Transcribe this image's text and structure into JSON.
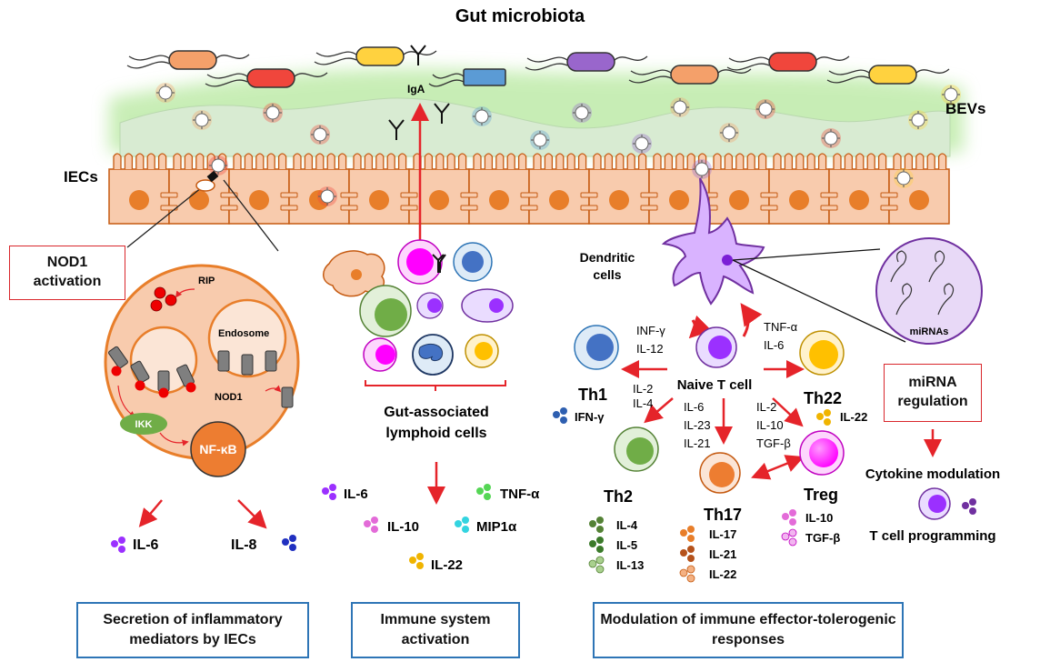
{
  "title": "Gut microbiota",
  "labels": {
    "bevs": "BEVs",
    "iecs": "IECs",
    "iga": "IgA",
    "rip": "RIP",
    "endosome": "Endosome",
    "nod1": "NOD1",
    "ikk": "IKK",
    "nfkb": "NF-κB",
    "dendritic_1": "Dendritic",
    "dendritic_2": "cells",
    "mirnas": "miRNAs",
    "galt_1": "Gut-associated",
    "galt_2": "lymphoid cells",
    "naive": "Naive T cell"
  },
  "nod1_box": {
    "line1": "NOD1",
    "line2": "activation"
  },
  "mirna_box": {
    "line1": "miRNA",
    "line2": "regulation"
  },
  "iec_cytokines": [
    "IL-6",
    "IL-8"
  ],
  "immune_cytokines": [
    "IL-6",
    "TNF-α",
    "IL-10",
    "MIP1α",
    "IL-22"
  ],
  "t_cells": {
    "th1": "Th1",
    "th1_cyt": "IFN-γ",
    "th2": "Th2",
    "th2_cyt": [
      "IL-4",
      "IL-5",
      "IL-13"
    ],
    "th17": "Th17",
    "th17_cyt": [
      "IL-17",
      "IL-21",
      "IL-22"
    ],
    "treg": "Treg",
    "treg_cyt": [
      "IL-10",
      "TGF-β"
    ],
    "th22": "Th22",
    "th22_cyt": "IL-22"
  },
  "signals": {
    "to_th1": [
      "INF-γ",
      "IL-12"
    ],
    "to_th22": [
      "TNF-α",
      "IL-6"
    ],
    "to_th2": [
      "IL-2",
      "IL-4"
    ],
    "to_th17": [
      "IL-6",
      "IL-23",
      "IL-21"
    ],
    "to_treg": [
      "IL-2",
      "IL-10",
      "TGF-β"
    ]
  },
  "outcomes": {
    "cytokine": "Cytokine modulation",
    "tcell": "T cell programming"
  },
  "bottom_boxes": {
    "left": "Secretion of inflammatory mediators by IECs",
    "middle": "Immune system activation",
    "right": "Modulation of immune effector-tolerogenic responses"
  },
  "colors": {
    "cell": "#f4b183",
    "nucleus": "#e87e2a",
    "border": "#c55a11",
    "arrow": "#e5242a",
    "box_blue": "#2e75b6",
    "mucus": "#d8ebd2",
    "glow": "#8fd16a",
    "purple": "#9b30ff",
    "blue": "#4472c4",
    "green": "#70ad47",
    "magenta": "#ff00ff",
    "yellow": "#ffc000",
    "orange": "#ed7d31"
  }
}
